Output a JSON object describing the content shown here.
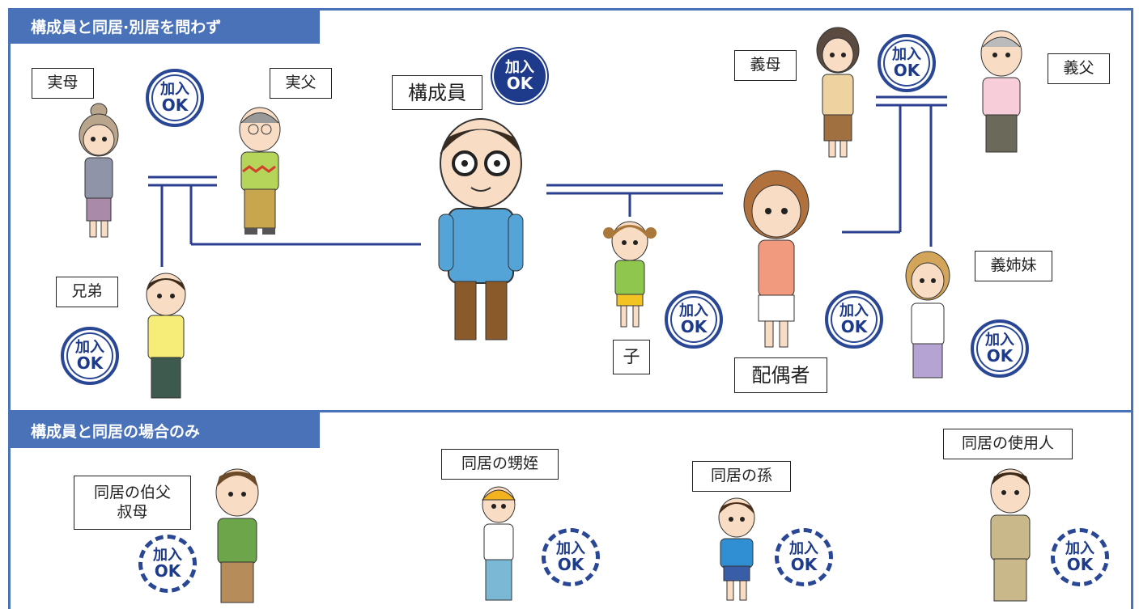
{
  "sections": {
    "top": {
      "title": "構成員と同居·別居を問わず"
    },
    "bottom": {
      "title": "構成員と同居の場合のみ"
    }
  },
  "badge": {
    "line1": "加入",
    "line2": "OK"
  },
  "labels": {
    "mother": "実母",
    "father": "実父",
    "member": "構成員",
    "sibling": "兄弟",
    "child": "子",
    "spouse": "配偶者",
    "mother_in_law": "義母",
    "father_in_law": "義父",
    "sibling_in_law": "義姉妹",
    "uncle_aunt_line1": "同居の伯父",
    "uncle_aunt_line2": "叔母",
    "nephew_niece": "同居の甥姪",
    "grandchild": "同居の孫",
    "employee": "同居の使用人"
  },
  "colors": {
    "accent_blue": "#4a72b8",
    "badge_navy": "#1e3a8a",
    "line_navy": "#2a3f8f"
  }
}
